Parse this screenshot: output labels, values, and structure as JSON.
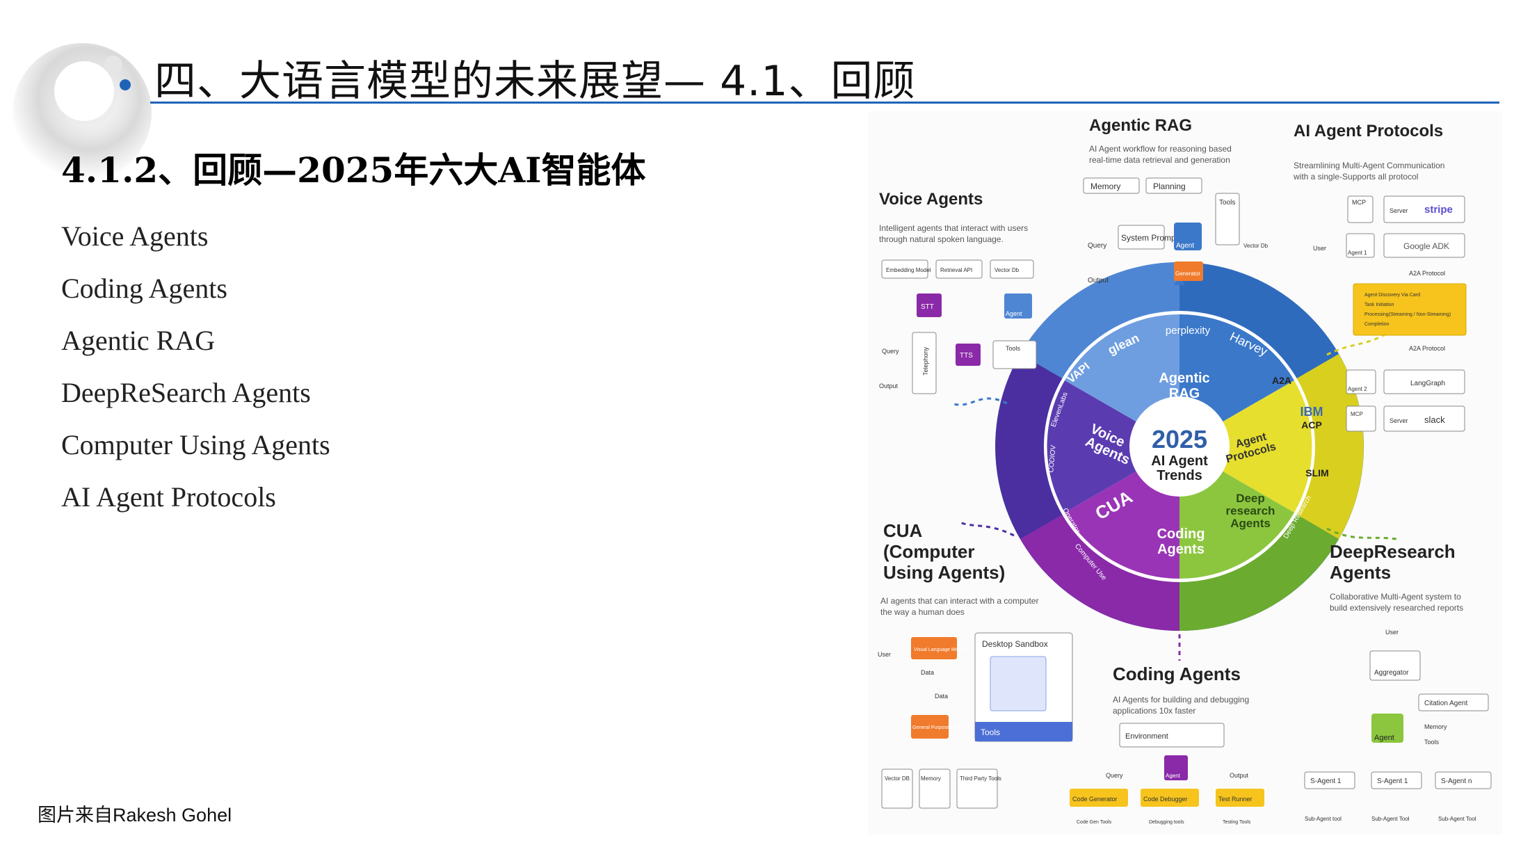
{
  "slide": {
    "title": "四、大语言模型的未来展望— 4.1、回顾",
    "section_heading": "4.1.2、回顾—2025年六大AI智能体",
    "agents": [
      "Voice Agents",
      "Coding Agents",
      "Agentic RAG",
      "DeepReSearch Agents",
      "Computer Using Agents",
      "AI Agent Protocols"
    ],
    "caption": "图片来自Rakesh Gohel"
  },
  "infographic": {
    "center": {
      "year": "2025",
      "line1": "AI Agent",
      "line2": "Trends"
    },
    "segments": [
      "Agentic RAG",
      "Agent Protocols",
      "Deep research Agents",
      "Coding Agents",
      "CUA",
      "Voice Agents"
    ],
    "segment_lines": {
      "rag": [
        "Agentic",
        "RAG"
      ],
      "protocols": [
        "Agent",
        "Protocols"
      ],
      "research": [
        "Deep",
        "research",
        "Agents"
      ],
      "coding": [
        "Coding",
        "Agents"
      ],
      "cua": [
        "CUA"
      ],
      "voice": [
        "Voice",
        "Agents"
      ]
    },
    "ring_labels": [
      "glean",
      "perplexity",
      "Harvey",
      "A2A",
      "IBM",
      "ACP",
      "SLIM",
      "Deep Research",
      "Computer Use",
      "Operator",
      "VAPI",
      "ElevenLabs",
      "CODIOV"
    ],
    "colors": {
      "rag": "#3b78c9",
      "protocols": "#e6df2e",
      "research": "#8cc63f",
      "coding": "#9a34b7",
      "cua": "#5a3cb0",
      "voice": "#6f9ee0",
      "ring_outer": "#2f6bbd"
    },
    "panels": {
      "agentic_rag": {
        "title": "Agentic RAG",
        "desc1": "AI Agent workflow for reasoning based",
        "desc2": "real-time data retrieval and generation",
        "nodes": [
          "Memory",
          "Planning",
          "Tools",
          "System Prompt",
          "Agent",
          "Query",
          "Output",
          "Generator",
          "Vector Db"
        ]
      },
      "protocols": {
        "title": "AI Agent Protocols",
        "desc1": "Streamlining Multi-Agent Communication",
        "desc2": "with a single-Supports all protocol",
        "nodes": [
          "MCP",
          "Server",
          "stripe",
          "User",
          "Agent 1",
          "Google ADK",
          "A2A Protocol",
          "Agent Discovery Via Card",
          "Task Initiation",
          "Processing(Streaming / Non-Streaming)",
          "Completion",
          "A2A Protocol",
          "Agent 2",
          "LangGraph",
          "MCP",
          "Server",
          "slack"
        ]
      },
      "voice": {
        "title": "Voice Agents",
        "desc1": "Intelligent agents that interact with users",
        "desc2": "through natural spoken language.",
        "nodes": [
          "Embedding Model",
          "Retrieval API",
          "Vector Db",
          "STT",
          "Agent",
          "Query",
          "Telephony",
          "TTS",
          "Tools",
          "Output"
        ]
      },
      "cua": {
        "title1": "CUA",
        "title2": "(Computer",
        "title3": "Using Agents)",
        "desc1": "AI agents that can interact with a computer",
        "desc2": "the way a human does",
        "nodes": [
          "User",
          "Visual Language Model",
          "Data",
          "Data",
          "General Purpose LLM",
          "Desktop Sandbox",
          "Tools",
          "Vector DB",
          "Memory",
          "Third Party Tools"
        ]
      },
      "coding": {
        "title": "Coding Agents",
        "desc1": "AI Agents for building and debugging",
        "desc2": "applications 10x faster",
        "nodes": [
          "Environment",
          "Query",
          "Agent",
          "Output",
          "Code Generator",
          "Code Debugger",
          "Test Runner",
          "Code Gen Tools",
          "Debugging tools",
          "Testing Tools"
        ]
      },
      "research": {
        "title1": "DeepResearch",
        "title2": "Agents",
        "desc1": "Collaborative Multi-Agent system to",
        "desc2": "build extensively researched reports",
        "nodes": [
          "User",
          "Aggregator",
          "Citation Agent",
          "Memory",
          "Agent",
          "Tools",
          "S-Agent 1",
          "S-Agent 1",
          "S-Agent n",
          "Sub-Agent tool",
          "Sub-Agent Tool",
          "Sub-Agent Tool"
        ]
      }
    }
  }
}
